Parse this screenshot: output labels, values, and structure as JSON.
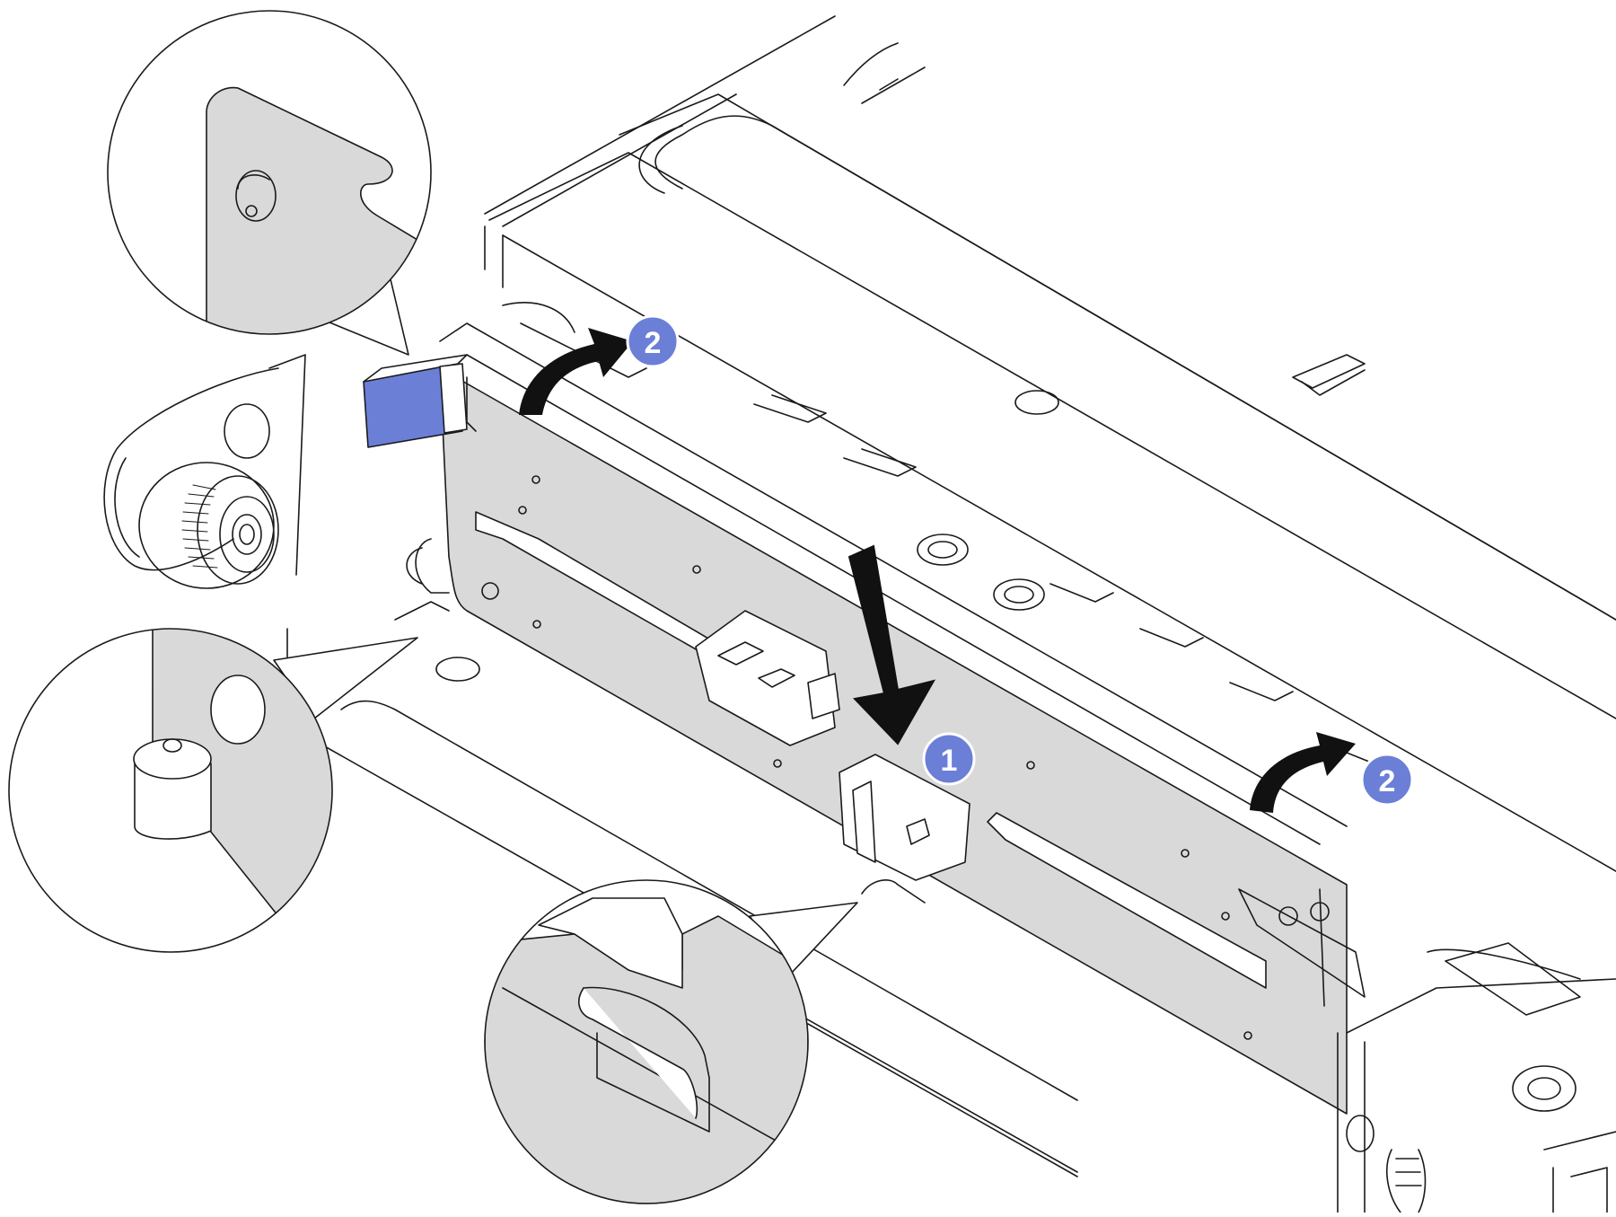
{
  "diagram": {
    "callouts": [
      {
        "id": "step-1",
        "label": "1"
      },
      {
        "id": "step-2-left",
        "label": "2"
      },
      {
        "id": "step-2-right",
        "label": "2"
      }
    ],
    "colors": {
      "outline": "#1a1a1a",
      "bracket_fill": "#d9d9d9",
      "latch_blue": "#6b7fd7",
      "callout_fill": "#6b7fd7",
      "callout_text": "#ffffff",
      "arrow": "#111111"
    },
    "icons": [
      "arrow-down-icon",
      "rotate-arrow-icon",
      "magnifier-detail-icon"
    ]
  }
}
